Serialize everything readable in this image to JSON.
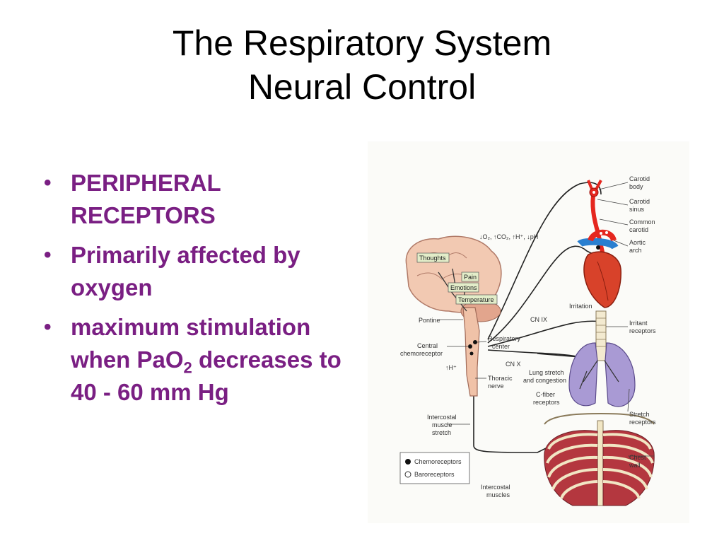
{
  "slide": {
    "title_line1": "The Respiratory System",
    "title_line2": "Neural Control"
  },
  "bullets": [
    {
      "text": "PERIPHERAL RECEPTORS"
    },
    {
      "text": "Primarily affected by oxygen"
    },
    {
      "text_before": "maximum stimulation when PaO",
      "subscript": "2",
      "text_after": " decreases to 40 - 60 mm Hg"
    }
  ],
  "diagram": {
    "labels": {
      "carotid_body": [
        "Carotid",
        "body"
      ],
      "carotid_sinus": [
        "Carotid",
        "sinus"
      ],
      "common_carotid": [
        "Common",
        "carotid"
      ],
      "aortic_arch": [
        "Aortic",
        "arch"
      ],
      "chem_line": "↓O₂, ↑CO₂, ↑H⁺, ↓pH",
      "thoughts": "Thoughts",
      "pain": "Pain",
      "emotions": "Emotions",
      "temperature": "Temperature",
      "irritation": "Irritation",
      "cn_ix": "CN IX",
      "irritant_receptors": [
        "Irritant",
        "receptors"
      ],
      "pontine": "Pontine",
      "central_chemoreceptor": [
        "Central",
        "chemoreceptor"
      ],
      "respiratory_center": [
        "Respiratory",
        "center"
      ],
      "h_plus": "↑H⁺",
      "cn_x": "CN X",
      "lung_stretch": [
        "Lung stretch",
        "and congestion"
      ],
      "thoracic_nerve": [
        "Thoracic",
        "nerve"
      ],
      "c_fiber": [
        "C-fiber",
        "receptors"
      ],
      "stretch_receptors": [
        "Stretch",
        "receptors"
      ],
      "intercostal_stretch": [
        "Intercostal",
        "muscle",
        "stretch"
      ],
      "chest_wall": [
        "Chest",
        "wall"
      ],
      "intercostal_muscles": [
        "Intercostal",
        "muscles"
      ]
    },
    "legend": {
      "chemoreceptors": "Chemoreceptors",
      "baroreceptors": "Baroreceptors"
    },
    "colors": {
      "brain": "#f2c9b2",
      "heart": "#d8422a",
      "vessel_red": "#e5271f",
      "vessel_blue": "#2a7fd0",
      "lung": "#a99ad4",
      "rib": "#f1e6c4",
      "muscle": "#b4373f",
      "label_box": "#e3edc9"
    }
  }
}
